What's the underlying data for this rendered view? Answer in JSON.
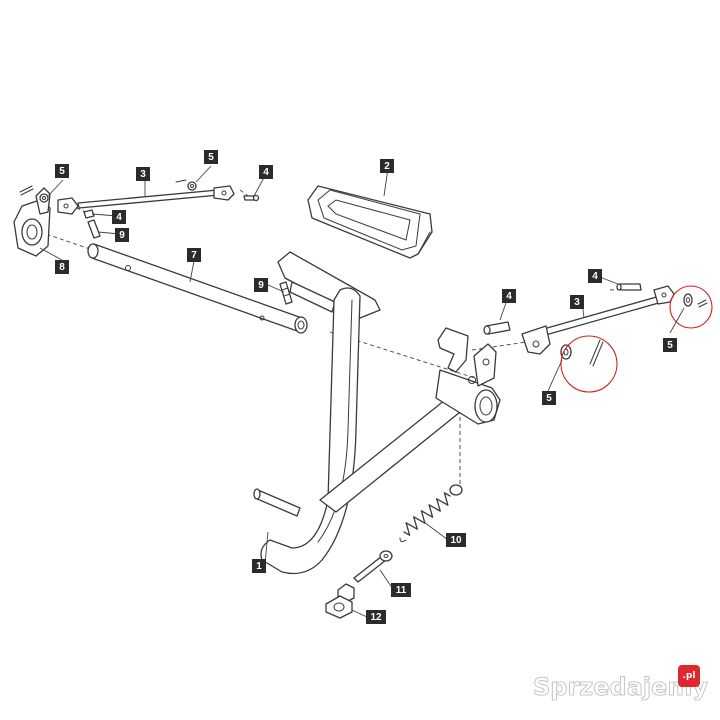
{
  "callouts": [
    {
      "id": "c1",
      "label": "1"
    },
    {
      "id": "c2",
      "label": "2"
    },
    {
      "id": "c3a",
      "label": "3"
    },
    {
      "id": "c3b",
      "label": "3"
    },
    {
      "id": "c4a",
      "label": "4"
    },
    {
      "id": "c4b",
      "label": "4"
    },
    {
      "id": "c4c",
      "label": "4"
    },
    {
      "id": "c4d",
      "label": "4"
    },
    {
      "id": "c5a",
      "label": "5"
    },
    {
      "id": "c5b",
      "label": "5"
    },
    {
      "id": "c5c",
      "label": "5"
    },
    {
      "id": "c5d",
      "label": "5"
    },
    {
      "id": "c7",
      "label": "7"
    },
    {
      "id": "c8",
      "label": "8"
    },
    {
      "id": "c9a",
      "label": "9"
    },
    {
      "id": "c9b",
      "label": "9"
    },
    {
      "id": "c10",
      "label": "10"
    },
    {
      "id": "c11",
      "label": "11"
    },
    {
      "id": "c12",
      "label": "12"
    }
  ],
  "watermark": {
    "text": "Sprzedajemy",
    "badge": ".pl",
    "badge_color": "#e0262e"
  },
  "highlight_color": "#d62020"
}
